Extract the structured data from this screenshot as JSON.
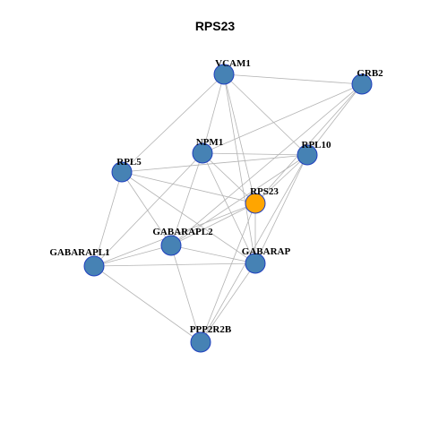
{
  "title": "RPS23",
  "colors": {
    "node": "#4682b4",
    "center_node": "#ffa500",
    "node_border": "#1f3fbf",
    "edge": "#b3b3b3"
  },
  "nodes": [
    {
      "id": "VCAM1",
      "label": "VCAM1",
      "center": false
    },
    {
      "id": "GRB2",
      "label": "GRB2",
      "center": false
    },
    {
      "id": "NPM1",
      "label": "NPM1",
      "center": false
    },
    {
      "id": "RPL10",
      "label": "RPL10",
      "center": false
    },
    {
      "id": "RPL5",
      "label": "RPL5",
      "center": false
    },
    {
      "id": "RPS23",
      "label": "RPS23",
      "center": true
    },
    {
      "id": "GABARAPL2",
      "label": "GABARAPL2",
      "center": false
    },
    {
      "id": "GABARAPL1",
      "label": "GABARAPL1",
      "center": false
    },
    {
      "id": "GABARAP",
      "label": "GABARAP",
      "center": false
    },
    {
      "id": "PPP2R2B",
      "label": "PPP2R2B",
      "center": false
    }
  ],
  "edges": [
    [
      "VCAM1",
      "GRB2"
    ],
    [
      "VCAM1",
      "NPM1"
    ],
    [
      "VCAM1",
      "RPL10"
    ],
    [
      "VCAM1",
      "RPL5"
    ],
    [
      "VCAM1",
      "RPS23"
    ],
    [
      "VCAM1",
      "GABARAP"
    ],
    [
      "GRB2",
      "RPL10"
    ],
    [
      "GRB2",
      "NPM1"
    ],
    [
      "GRB2",
      "RPS23"
    ],
    [
      "GRB2",
      "GABARAPL2"
    ],
    [
      "NPM1",
      "RPL10"
    ],
    [
      "NPM1",
      "RPS23"
    ],
    [
      "NPM1",
      "GABARAPL2"
    ],
    [
      "NPM1",
      "GABARAPL1"
    ],
    [
      "NPM1",
      "GABARAP"
    ],
    [
      "RPL10",
      "RPL5"
    ],
    [
      "RPL10",
      "RPS23"
    ],
    [
      "RPL10",
      "GABARAPL2"
    ],
    [
      "RPL10",
      "GABARAP"
    ],
    [
      "RPL10",
      "PPP2R2B"
    ],
    [
      "RPL5",
      "RPS23"
    ],
    [
      "RPL5",
      "GABARAPL2"
    ],
    [
      "RPL5",
      "GABARAPL1"
    ],
    [
      "RPL5",
      "GABARAP"
    ],
    [
      "RPS23",
      "GABARAPL2"
    ],
    [
      "RPS23",
      "GABARAPL1"
    ],
    [
      "RPS23",
      "GABARAP"
    ],
    [
      "RPS23",
      "PPP2R2B"
    ],
    [
      "GABARAPL2",
      "GABARAPL1"
    ],
    [
      "GABARAPL2",
      "GABARAP"
    ],
    [
      "GABARAPL2",
      "PPP2R2B"
    ],
    [
      "GABARAPL1",
      "GABARAP"
    ],
    [
      "GABARAPL1",
      "PPP2R2B"
    ],
    [
      "GABARAP",
      "PPP2R2B"
    ]
  ]
}
